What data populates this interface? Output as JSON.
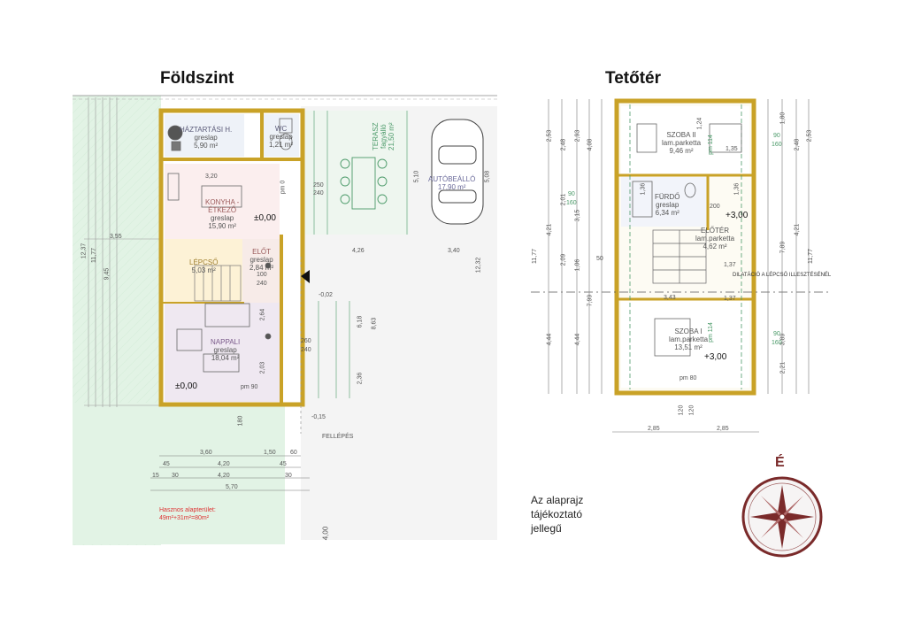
{
  "titles": {
    "ground": "Földszint",
    "attic": "Tetőtér"
  },
  "note": {
    "line1": "Az alaprajz",
    "line2": "tájékoztató",
    "line3": "jellegű"
  },
  "compass": {
    "north": "É"
  },
  "useful_area": {
    "line1": "Hasznos alapterület:",
    "line2": "49m²+31m²=80m²"
  },
  "ground_rooms": {
    "haztartasi": {
      "name": "HÁZTARTÁSI H.",
      "floor": "greslap",
      "area": "5,90 m²"
    },
    "wc": {
      "name": "WC",
      "floor": "greslap",
      "area": "1,21 m²"
    },
    "konyha": {
      "name1": "KONYHA -",
      "name2": "ÉTKEZŐ",
      "floor": "greslap",
      "area": "15,90 m²"
    },
    "lepcso": {
      "name": "LÉPCSŐ",
      "area": "5,03 m²"
    },
    "eloter": {
      "name": "ELŐT",
      "floor": "greslap",
      "area": "2,84 m²"
    },
    "nappali": {
      "name": "NAPPALI",
      "floor": "greslap",
      "area": "18,04 m²"
    },
    "terasz": {
      "name": "TERASZ",
      "floor": "fagyálló",
      "area": "21,50 m²"
    },
    "autobeallo": {
      "name": "AUTÓBEÁLLÓ",
      "area": "17,90 m²"
    },
    "fellepes": "FELLÉPÉS"
  },
  "ground_levels": {
    "a": "±0,00",
    "b": "±0,00",
    "c": "-0,02",
    "d": "-0,15"
  },
  "ground_dims": {
    "d320": "3,20",
    "d355": "3,55",
    "d426": "4,26",
    "d340": "3,40",
    "d1237": "12,37",
    "d1232": "12,32",
    "d945": "9,45",
    "d1177": "11,77",
    "d250": "250",
    "d240a": "240",
    "d260": "260",
    "d240b": "240",
    "d100": "100",
    "d240c": "240",
    "pm0": "pm 0",
    "pm90": "pm 90",
    "d360": "3,60",
    "d150": "1,50",
    "d60": "60",
    "d45a": "45",
    "d420a": "4,20",
    "d45b": "45",
    "d15": "15",
    "d30a": "30",
    "d420b": "4,20",
    "d30b": "30",
    "d570": "5,70",
    "d400": "4,00",
    "d180": "180",
    "d264": "2,64",
    "d203": "2,03",
    "d236": "2,36",
    "d618": "6,18",
    "d863": "8,63",
    "d510": "5,10",
    "d508": "5,08"
  },
  "attic_rooms": {
    "szoba2": {
      "name": "SZOBA II",
      "floor": "lam.parketta",
      "area": "9,46 m²"
    },
    "furdo": {
      "name": "FÜRDŐ",
      "floor": "greslap",
      "area": "6,34 m²"
    },
    "eloter": {
      "name": "ELŐTÉR",
      "floor": "lam.parketta",
      "area": "4,62 m²"
    },
    "szoba1": {
      "name": "SZOBA I",
      "floor": "lam.parketta",
      "area": "13,51 m²"
    }
  },
  "attic_levels": {
    "a": "+3,00",
    "b": "+3,00"
  },
  "attic_dims": {
    "top_left": [
      "2,53",
      "2,48",
      "2,93"
    ],
    "d408": "4,08",
    "mid_left": [
      "4,21",
      "2,01",
      "3,15",
      "2,09",
      "1,06",
      "4,44",
      "4,44"
    ],
    "d1177a": "11,77",
    "d799": "7,99",
    "d789": "7,89",
    "d1177b": "11,77",
    "right_cols": [
      "1,80",
      "2,48",
      "2,53",
      "4,21",
      "3,89",
      "2,21"
    ],
    "d285a": "2,85",
    "d285b": "2,85",
    "d120a": "120",
    "d120b": "120",
    "d343": "3,43",
    "d137a": "1,37",
    "d137b": "1,37",
    "d135": "1,35",
    "d124": "1,24",
    "d136a": "1,36",
    "d136b": "1,36",
    "d200": "200",
    "d90a": "90",
    "d160a": "160",
    "d90b": "90",
    "d160b": "160",
    "d160c": "160",
    "d50": "50",
    "pm80": "pm 80",
    "pm114a": "pm 114",
    "pm114b": "pm 114",
    "dilatacio": "DILATÁCIÓ A LÉPCSŐ ILLESZTÉSÉNÉL"
  }
}
